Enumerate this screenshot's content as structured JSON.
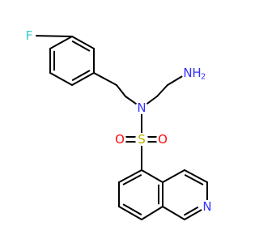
{
  "molecule": {
    "atoms": [
      {
        "id": "F",
        "label": "F",
        "color": "#33cccc",
        "name": "fluorine-atom"
      },
      {
        "id": "N_amine",
        "label": "N",
        "h_label": "H",
        "h_count": "2",
        "color": "#3333ff",
        "name": "amine-nitrogen"
      },
      {
        "id": "N_sulfonamide",
        "label": "N",
        "color": "#3333ff",
        "name": "sulfonamide-nitrogen"
      },
      {
        "id": "S",
        "label": "S",
        "color": "#b2b200",
        "name": "sulfur-atom"
      },
      {
        "id": "O1",
        "label": "O",
        "color": "#ff0d0d",
        "name": "oxygen-atom-left"
      },
      {
        "id": "O2",
        "label": "O",
        "color": "#ff0d0d",
        "name": "oxygen-atom-right"
      },
      {
        "id": "N_ring",
        "label": "N",
        "color": "#3333ff",
        "name": "isoquinoline-nitrogen"
      }
    ]
  }
}
